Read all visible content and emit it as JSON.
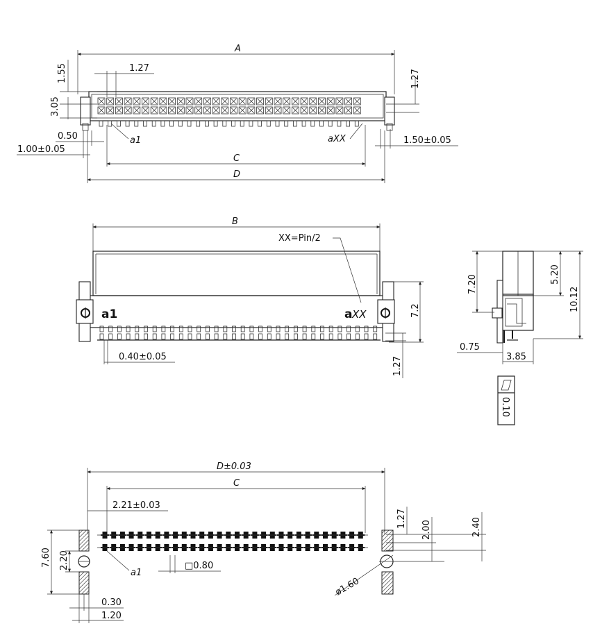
{
  "top_view": {
    "dim_a": "A",
    "dim_c": "C",
    "dim_d": "D",
    "dim_1_55": "1.55",
    "dim_1_27_h": "1.27",
    "dim_1_27_v": "1.27",
    "dim_3_05": "3.05",
    "dim_0_50": "0.50",
    "dim_1_00": "1.00±0.05",
    "dim_1_50": "1.50±0.05",
    "label_a1": "a1",
    "label_axx": "aXX"
  },
  "front_view": {
    "dim_b": "B",
    "note_xx": "XX=Pin/2",
    "label_a1": "a1",
    "label_a": "a",
    "label_xx": "XX",
    "dim_7_2": "7.2",
    "dim_0_40": "0.40±0.05",
    "dim_1_27": "1.27"
  },
  "side_view": {
    "dim_7_20": "7.20",
    "dim_5_20": "5.20",
    "dim_10_12": "10.12",
    "dim_0_75": "0.75",
    "dim_3_85": "3.85",
    "flatness": "0.10"
  },
  "footprint": {
    "dim_d": "D±0.03",
    "dim_c": "C",
    "dim_2_21": "2.21±0.03",
    "dim_1_27": "1.27",
    "dim_2_00": "2.00",
    "dim_2_40": "2.40",
    "dim_7_60": "7.60",
    "dim_2_20": "2.20",
    "label_a1": "a1",
    "dim_pad": "□0.80",
    "dim_hole": "ø1.60",
    "dim_0_30": "0.30",
    "dim_1_20": "1.20"
  }
}
